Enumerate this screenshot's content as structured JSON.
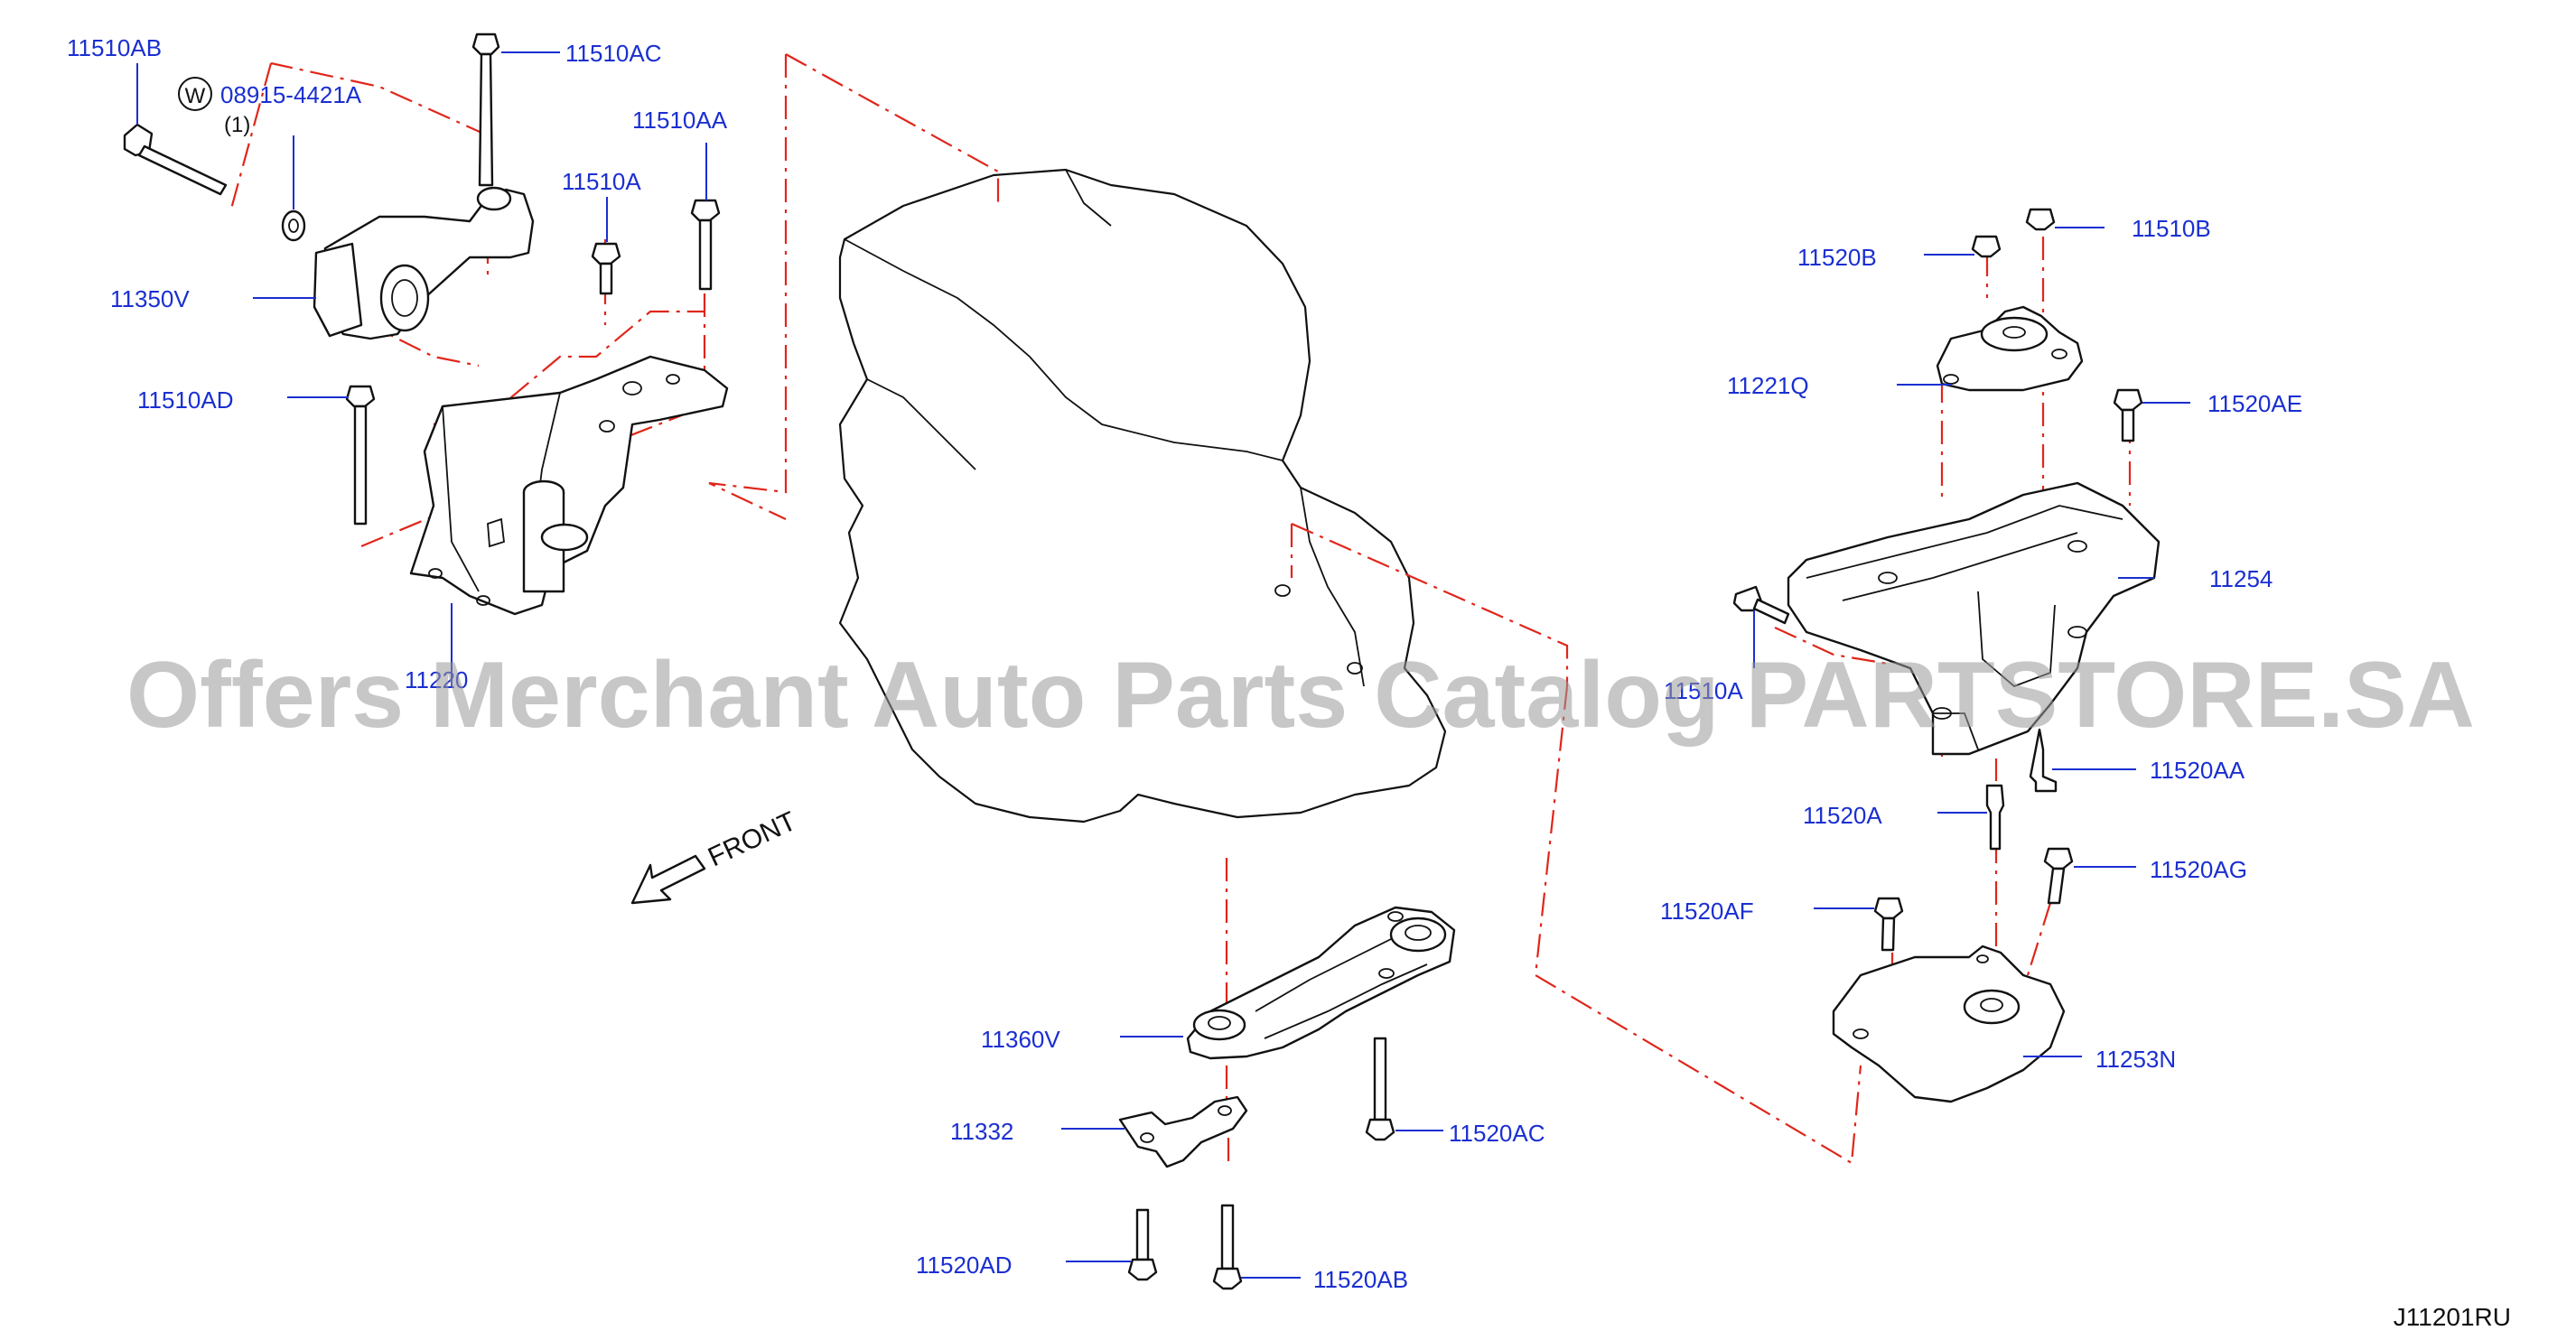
{
  "diagram_ref": "J11201RU",
  "front_label": "FRONT",
  "watermark": "Offers Merchant Auto Parts Catalog PARTSTORE.SA",
  "washer_symbol": "W",
  "washer_qty": "(1)",
  "parts": [
    {
      "id": "p01",
      "label": "11510AB"
    },
    {
      "id": "p02",
      "label": "08915-4421A"
    },
    {
      "id": "p03",
      "label": "11510AC"
    },
    {
      "id": "p04",
      "label": "11510AA"
    },
    {
      "id": "p05",
      "label": "11510A"
    },
    {
      "id": "p06",
      "label": "11350V"
    },
    {
      "id": "p07",
      "label": "11510AD"
    },
    {
      "id": "p08",
      "label": "11220"
    },
    {
      "id": "p09",
      "label": "11520B"
    },
    {
      "id": "p10",
      "label": "11510B"
    },
    {
      "id": "p11",
      "label": "11221Q"
    },
    {
      "id": "p12",
      "label": "11520AE"
    },
    {
      "id": "p13",
      "label": "11254"
    },
    {
      "id": "p14",
      "label": "11510A"
    },
    {
      "id": "p15",
      "label": "11520AA"
    },
    {
      "id": "p16",
      "label": "11520A"
    },
    {
      "id": "p17",
      "label": "11520AG"
    },
    {
      "id": "p18",
      "label": "11520AF"
    },
    {
      "id": "p19",
      "label": "11253N"
    },
    {
      "id": "p20",
      "label": "11360V"
    },
    {
      "id": "p21",
      "label": "11332"
    },
    {
      "id": "p22",
      "label": "11520AC"
    },
    {
      "id": "p23",
      "label": "11520AD"
    },
    {
      "id": "p24",
      "label": "11520AB"
    }
  ],
  "colors": {
    "label": "#1a2fd1",
    "phantom": "#e0261b",
    "line": "#111111",
    "watermark": "#9a9a9a"
  }
}
